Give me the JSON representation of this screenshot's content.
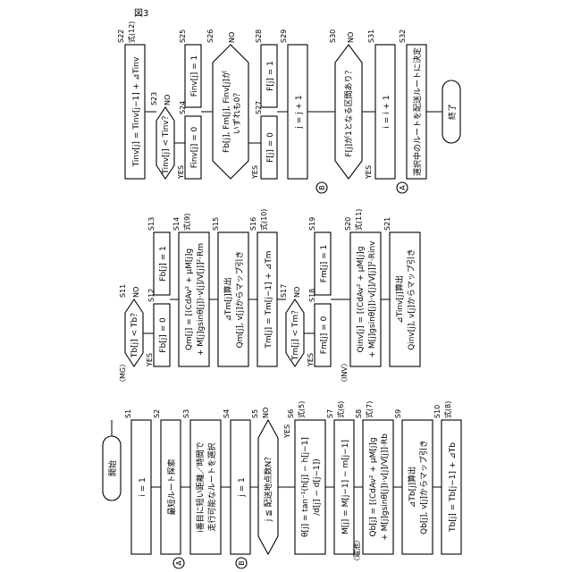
{
  "figure_label": "図3",
  "steps": {
    "start": "開始",
    "s1": {
      "label": "S1",
      "text": "i = 1"
    },
    "s2": {
      "label": "S2",
      "text": "最短ルート探索"
    },
    "s3": {
      "label": "S3",
      "line1": "i番目に短い距離／時間で",
      "line2": "走行可能なルートを選択"
    },
    "s4": {
      "label": "S4",
      "text": "j = 1"
    },
    "s5": {
      "label": "S5",
      "text": "j ≦ 配送地点数N？",
      "yes": "YES",
      "no": "NO"
    },
    "s6": {
      "label": "S6",
      "eq": "式(5)",
      "line1": "θ[j] = tan⁻¹(h[j] − h[j−1]",
      "line2": "/d[j] − d[j−1])"
    },
    "s7": {
      "label": "S7",
      "eq": "式(6)",
      "text": "M[j] = M[j−1] − m[j−1]"
    },
    "s8": {
      "label": "S8",
      "eq": "式(7)",
      "line1": "Qb[j] = [(CdAv² + μM[j]g",
      "line2": "+ M[j]gsinθ[j])·v[j]/V[j]]·Rb"
    },
    "s9": {
      "label": "S9",
      "line1": "⊿Tb[j]算出",
      "line2": "Qb[j], v[j]からマップ引き"
    },
    "s10": {
      "label": "S10",
      "eq": "式(8)",
      "text": "Tb[j] = Tb[j−1] + ⊿Tb"
    },
    "s11": {
      "label": "S11",
      "text": "Tb[j] < Tb？",
      "yes": "YES",
      "no": "NO"
    },
    "s12": {
      "label": "S12",
      "text": "Fb[j] = 0"
    },
    "s13": {
      "label": "S13",
      "text": "Fb[j] = 1"
    },
    "s14": {
      "label": "S14",
      "eq": "式(9)",
      "line1": "Qm[j] = [(CdAv² + μM[j]g",
      "line2": "+ M[j]gsinθ[j])·v[j]/V[j]]²·Rm"
    },
    "s15": {
      "label": "S15",
      "line1": "⊿Tm[j]算出",
      "line2": "Qm[j], v[j]からマップ引き"
    },
    "s16": {
      "label": "S16",
      "eq": "式(10)",
      "text": "Tm[j] = Tm[j−1] + ⊿Tm"
    },
    "s17": {
      "label": "S17",
      "text": "Tm[j] < Tm？",
      "yes": "YES",
      "no": "NO"
    },
    "s18": {
      "label": "S18",
      "text": "Fm[j] = 0"
    },
    "s19": {
      "label": "S19",
      "text": "Fm[j] = 1"
    },
    "s20": {
      "label": "S20",
      "eq": "式(11)",
      "line1": "Qinv[j] = [(CdAv² + μM[j]g",
      "line2": "+ M[j]gsinθ[j])·v[j]/V[j]]²·Rinv"
    },
    "s21": {
      "label": "S21",
      "line1": "⊿Tinv[j]算出",
      "line2": "Qinv[j], v[j]からマップ引き"
    },
    "s22": {
      "label": "S22",
      "eq": "式(12)",
      "text": "Tinv[j] = Tinv[j−1] + ⊿Tinv"
    },
    "s23": {
      "label": "S23",
      "text": "Tinv[j] < Tinv？",
      "yes": "YES",
      "no": "NO"
    },
    "s24": {
      "label": "S24",
      "text": "Finv[j] = 0"
    },
    "s25": {
      "label": "S25",
      "text": "Finv[j] = 1"
    },
    "s26": {
      "label": "S26",
      "line1": "Fb[j], Fm[j], Finv[j]が",
      "line2": "いずれも0？",
      "yes": "YES",
      "no": "NO"
    },
    "s27": {
      "label": "S27",
      "text": "F[j] = 0"
    },
    "s28": {
      "label": "S28",
      "text": "F[j] = 1"
    },
    "s29": {
      "label": "S29",
      "text": "j = j + 1"
    },
    "s30": {
      "label": "S30",
      "text": "F[j]が1となる区間あり？",
      "yes": "YES",
      "no": "NO"
    },
    "s31": {
      "label": "S31",
      "text": "i = i + 1"
    },
    "s32": {
      "label": "S32",
      "text": "選択中のルートを配送ルートに決定"
    },
    "end": "終了"
  },
  "groups": {
    "mg": "〈MG〉",
    "battery": "〈電池〉",
    "inv": "〈INV〉"
  },
  "connectors": {
    "a": "A",
    "b": "B"
  }
}
